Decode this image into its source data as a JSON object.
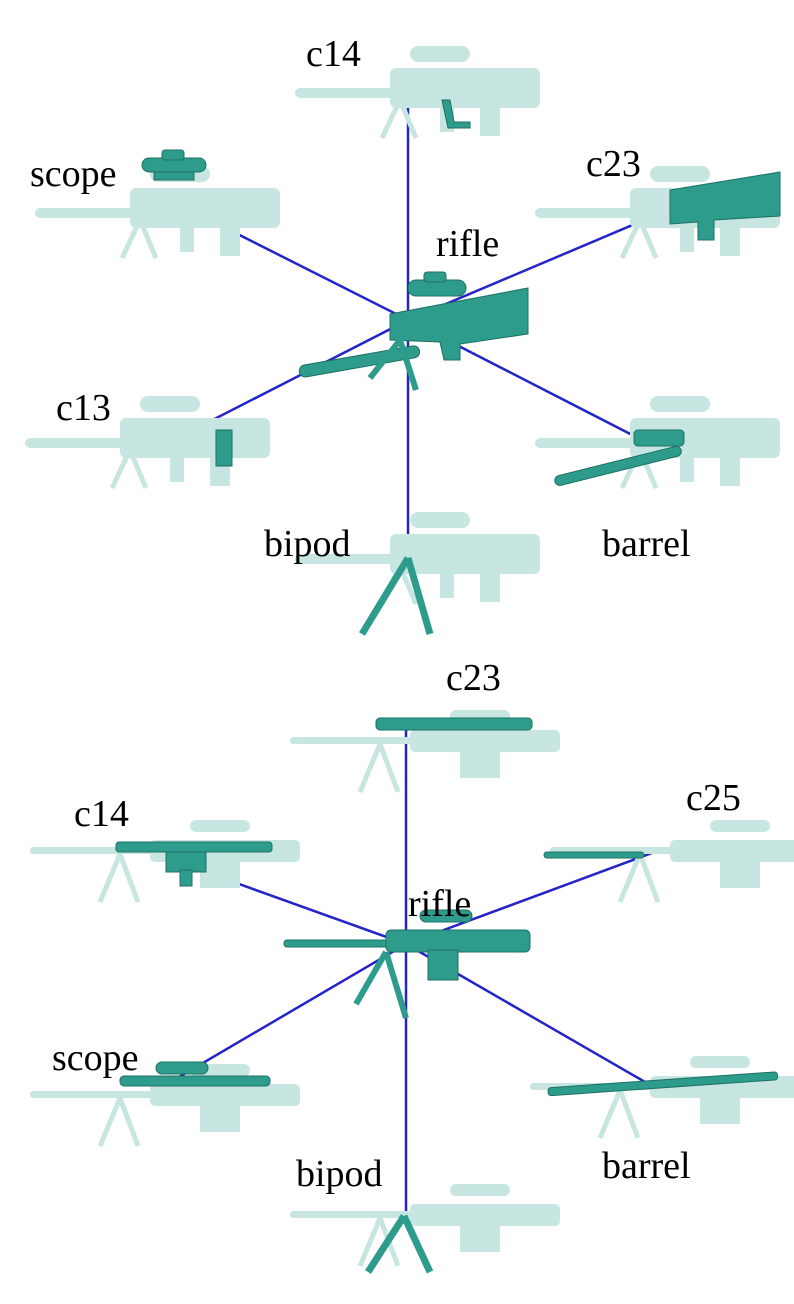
{
  "colors": {
    "part": "#2e9c8c",
    "part_stroke": "#1d6f63",
    "ghost": "#c7e6e1",
    "ghost_stroke": "#a9d6cf",
    "edge": "#2424c8"
  },
  "top": {
    "labels": {
      "center": "rifle",
      "top": "c14",
      "upper_left": "scope",
      "upper_right": "c23",
      "lower_left": "c13",
      "bottom": "bipod",
      "lower_right": "barrel"
    }
  },
  "bottom": {
    "labels": {
      "center": "rifle",
      "top": "c23",
      "upper_left": "c14",
      "upper_right": "c25",
      "lower_left": "scope",
      "bottom": "bipod",
      "lower_right": "barrel"
    }
  }
}
